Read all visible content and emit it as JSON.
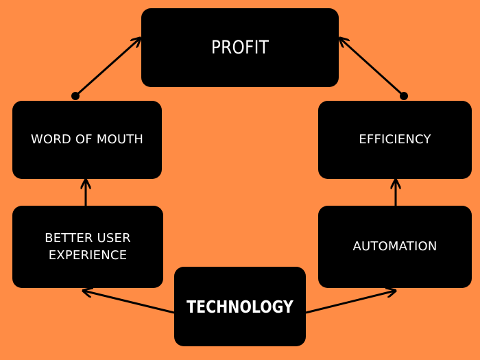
{
  "diagram": {
    "background_color": "#ff8c45",
    "node_color": "#000000",
    "text_color": "#ffffff",
    "nodes": {
      "profit": "PROFIT",
      "word_of_mouth": "WORD OF MOUTH",
      "efficiency": "EFFICIENCY",
      "better_user_experience": "BETTER USER\nEXPERIENCE",
      "automation": "AUTOMATION",
      "technology": "TECHNOLOGY"
    },
    "edges": [
      {
        "from": "technology",
        "to": "better_user_experience"
      },
      {
        "from": "technology",
        "to": "automation"
      },
      {
        "from": "better_user_experience",
        "to": "word_of_mouth"
      },
      {
        "from": "automation",
        "to": "efficiency"
      },
      {
        "from": "word_of_mouth",
        "to": "profit"
      },
      {
        "from": "efficiency",
        "to": "profit"
      }
    ]
  }
}
